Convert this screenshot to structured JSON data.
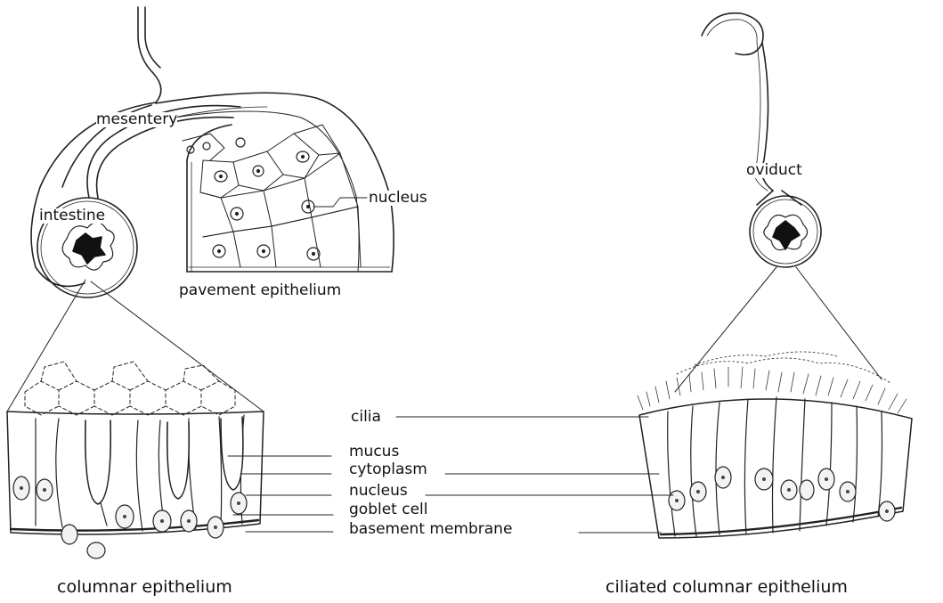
{
  "colors": {
    "ink": "#222222",
    "background": "#ffffff"
  },
  "labels": {
    "mesentery": "mesentery",
    "intestine": "intestine",
    "nucleus_top": "nucleus",
    "pavement": "pavement epithelium",
    "oviduct": "oviduct",
    "cilia": "cilia",
    "mucus": "mucus",
    "cytoplasm": "cytoplasm",
    "nucleus": "nucleus",
    "goblet": "goblet cell",
    "basement": "basement membrane",
    "columnar": "columnar epithelium",
    "ciliated": "ciliated columnar epithelium"
  }
}
